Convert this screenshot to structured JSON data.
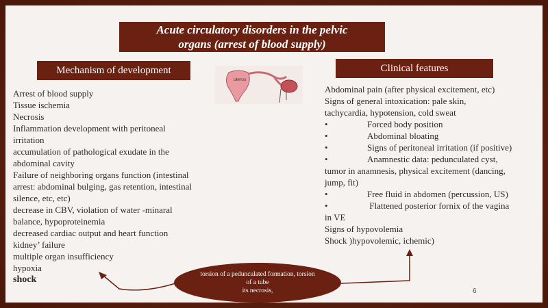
{
  "title_line1": "Acute circulatory disorders in the pelvic",
  "title_line2": "organs (arrest of blood supply)",
  "left_header": "Mechanism  of development",
  "right_header": "Clinical features",
  "diagram_label": "uterus",
  "left_items": [
    "Arrest of blood supply",
    "Tissue ischemia",
    "Necrosis",
    "Inflammation development with peritoneal",
    "irritation",
    "accumulation of pathological exudate in the",
    "abdominal cavity",
    "Failure of neighboring organs function (intestinal",
    "arrest: abdominal bulging, gas retention, intestinal",
    "silence, etc, etc)",
    "decrease in CBV, violation of water -minaral",
    "balance, hypoproteinemia",
    "decreased cardiac output and heart function",
    "kidney’ failure",
    "multiple organ insufficiency",
    "hypoxia",
    "shock"
  ],
  "right_items": {
    "line1": "Abdominal pain (after physical excitement, etc)",
    "line2": "Signs of general intoxication: pale skin,",
    "line3": "tachycardia, hypotension, cold sweat",
    "bullet": "•",
    "b1": "Forced body position",
    "b2": "Abdominal bloating",
    "b3": "Signs of peritoneal irritation (if positive)",
    "b4": "Anamnestic data: pedunculated cyst,",
    "line4": "tumor in anamnesis, physical excitement (dancing,",
    "line5": "jump, fit)",
    "b5": "Free fluid in abdomen (percussion, US)",
    "b6": " Flattened posterior fornix of the vagina",
    "line6": "in VE",
    "line7": "Signs of hypovolemia",
    "line8": " Shock )hypovolemic, ichemic)"
  },
  "oval": {
    "line1": "torsion of a pedunculated formation, torsion",
    "line2": "of a tube",
    "line3": "its necrosis,"
  },
  "page_number": "6",
  "colors": {
    "accent": "#6b2112",
    "frame": "#5a1e0e",
    "background": "#f5f2f0"
  }
}
